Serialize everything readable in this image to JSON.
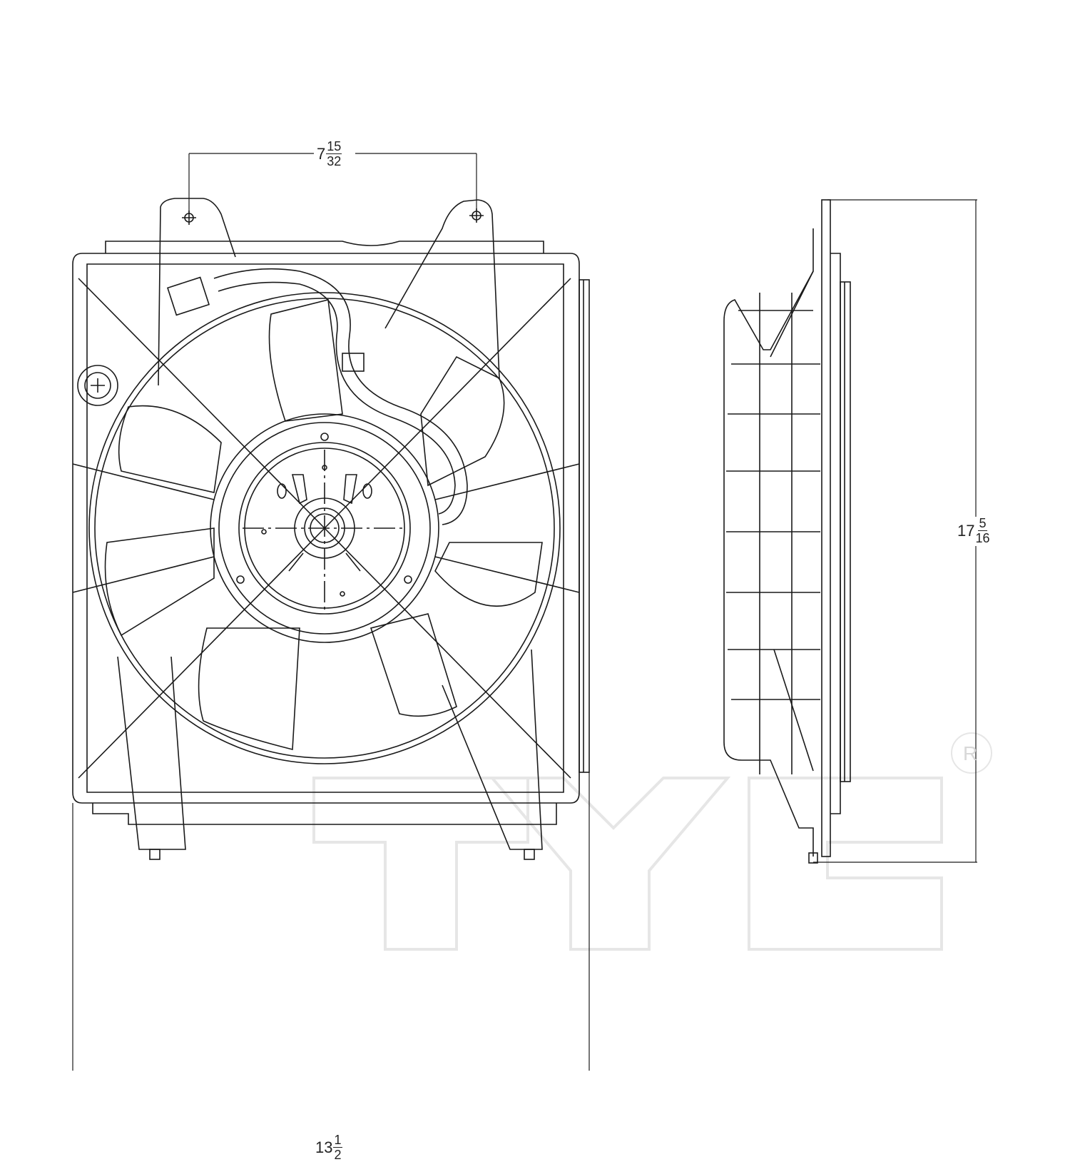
{
  "drawing": {
    "subject": "Radiator cooling fan assembly technical drawing",
    "views": [
      "front-view",
      "side-view"
    ],
    "line_color": "#1a1a1a",
    "watermark_color": "#ececec"
  },
  "dimensions": {
    "mount_spacing": {
      "whole": "7",
      "numerator": "15",
      "denominator": "32"
    },
    "overall_width": {
      "whole": "13",
      "numerator": "1",
      "denominator": "2"
    },
    "overall_height": {
      "whole": "17",
      "numerator": "5",
      "denominator": "16"
    }
  },
  "watermark": {
    "brand": "TYC",
    "registered_mark": "R"
  }
}
